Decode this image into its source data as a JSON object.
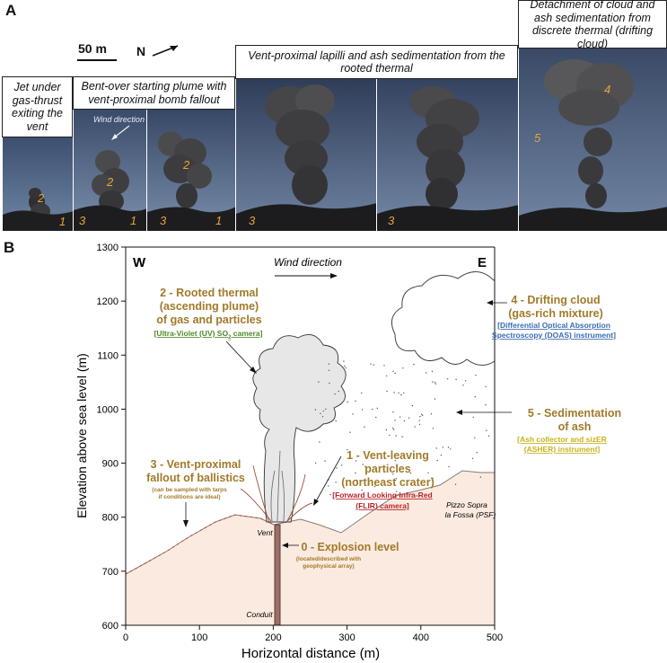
{
  "panel_a": {
    "letter": "A",
    "scale_label": "50 m",
    "north_label": "N",
    "captions": {
      "jet": "Jet under gas-thrust exiting the vent",
      "bent": "Bent-over starting plume with vent-proximal bomb fallout",
      "rooted": "Vent-proximal lapilli and ash sedimentation from the rooted thermal",
      "detach": "Detachment of cloud and ash sedimentation from discrete thermal (drifting cloud)"
    },
    "wind_label": "Wind direction",
    "photo_labels": {
      "p1": [
        "2",
        "1"
      ],
      "p2": [
        "2",
        "3",
        "1"
      ],
      "p3": [
        "2",
        "3",
        "1"
      ],
      "p4": [
        "3"
      ],
      "p5": [
        "3"
      ],
      "p6": [
        "4",
        "5"
      ]
    }
  },
  "panel_b": {
    "letter": "B",
    "west": "W",
    "east": "E",
    "wind_label": "Wind direction",
    "xlabel": "Horizontal distance (m)",
    "ylabel": "Elevation above sea level (m)",
    "x_ticks": [
      "0",
      "100",
      "200",
      "300",
      "400",
      "500"
    ],
    "y_ticks": [
      "600",
      "700",
      "800",
      "900",
      "1000",
      "1100",
      "1200",
      "1300"
    ],
    "vent": "Vent",
    "conduit": "Conduit",
    "psf": [
      "Pizzo Sopra",
      "la Fossa (PSF)"
    ],
    "annotations": {
      "rooted": {
        "title": [
          "2 - Rooted thermal",
          "(ascending plume)",
          "of gas and particles"
        ],
        "instrument": "[Ultra-Violet (UV) SO",
        "instrument_sub": "2",
        "instrument_end": " camera]"
      },
      "cloud": {
        "title": [
          "4 - Drifting cloud",
          "(gas-rich mixture)"
        ],
        "instrument": [
          "[Differential Optical Absorption",
          "Spectroscopy (DOAS) instrument]"
        ]
      },
      "sedimentation": {
        "title": [
          "5 - Sedimentation",
          "of ash"
        ],
        "instrument": [
          "[Ash collector and sizER",
          "(ASHER) instrument]"
        ]
      },
      "vent_leaving": {
        "title": [
          "1 - Vent-leaving",
          "particles",
          "(northeast crater)"
        ],
        "instrument": [
          "[Forward Looking Infra-Red",
          "(FLIR) camera]"
        ]
      },
      "fallout": {
        "title": [
          "3 - Vent-proximal",
          "fallout of ballistics"
        ],
        "note": [
          "(can be sampled with tarps",
          "if conditions are ideal)"
        ]
      },
      "explosion": {
        "title": "0 - Explosion level",
        "note": [
          "(located/described with",
          "geophysical array)"
        ]
      }
    }
  },
  "colors": {
    "annotation_gold": "#a27a2a",
    "instrument_red": "#b8232b",
    "instrument_green": "#4f8a2b",
    "instrument_blue": "#3b6bb0",
    "instrument_yellow": "#c8b21c",
    "ground_fill": "#fbeadf",
    "plume_fill": "#e7e7e7",
    "photo_label": "#e8a33a"
  }
}
